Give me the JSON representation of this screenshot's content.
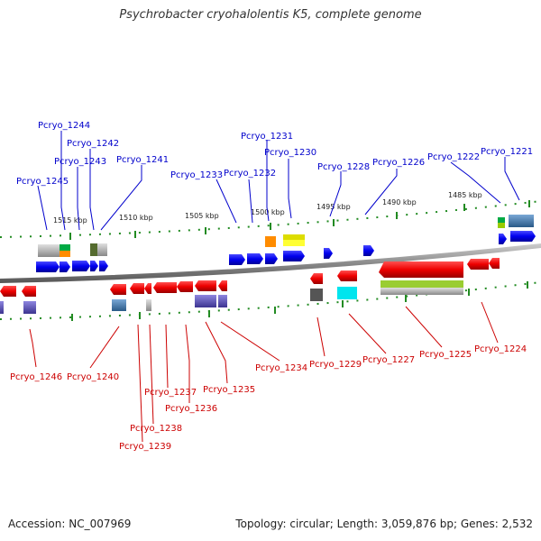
{
  "title": "Psychrobacter cryohalolentis K5, complete genome",
  "accession": "Accession: NC_007969",
  "summary": "Topology: circular; Length: 3,059,876 bp; Genes: 2,532",
  "scale_labels": [
    "1515 kbp",
    "1510 kbp",
    "1505 kbp",
    "1500 kbp",
    "1495 kbp",
    "1490 kbp",
    "1485 kbp"
  ],
  "top_genes": [
    "Pcryo_1244",
    "Pcryo_1242",
    "Pcryo_1243",
    "Pcryo_1241",
    "Pcryo_1245",
    "Pcryo_1233",
    "Pcryo_1232",
    "Pcryo_1231",
    "Pcryo_1230",
    "Pcryo_1228",
    "Pcryo_1226",
    "Pcryo_1222",
    "Pcryo_1221"
  ],
  "bottom_genes": [
    "Pcryo_1246",
    "Pcryo_1240",
    "Pcryo_1237",
    "Pcryo_1238",
    "Pcryo_1239",
    "Pcryo_1235",
    "Pcryo_1236",
    "Pcryo_1234",
    "Pcryo_1229",
    "Pcryo_1227",
    "Pcryo_1225",
    "Pcryo_1224"
  ],
  "colors": {
    "forward_gene": "#0000ee",
    "reverse_gene": "#ee0000",
    "top_label": "#0000cc",
    "bottom_label": "#cc0000",
    "backbone": "#888888",
    "tick": "#228b22"
  }
}
